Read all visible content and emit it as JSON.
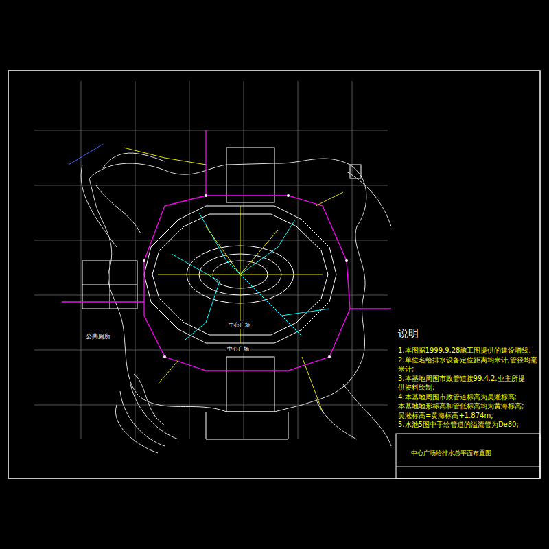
{
  "diagram": {
    "labels": [
      "说明",
      "1.本图据1999.9.28施工图提供的建设增线;",
      "2.单位名给排水设备定位距离均米计,管径均毫米计;",
      "3.本基地周围市政管道接99.4.2.业主所提",
      "供资料绘制;",
      "4.本基地周围市政管道标高为吴淞标高;",
      "本基地地形标高和管低标高均为黄海标高;",
      "吴淞标高=黄海标高+1.874m;",
      "5.水池5图中手绘管道的溢流管为De80;",
      "中心广场给排水总平面布置图",
      "公共厕所",
      "中心广场",
      "中心广场"
    ]
  }
}
